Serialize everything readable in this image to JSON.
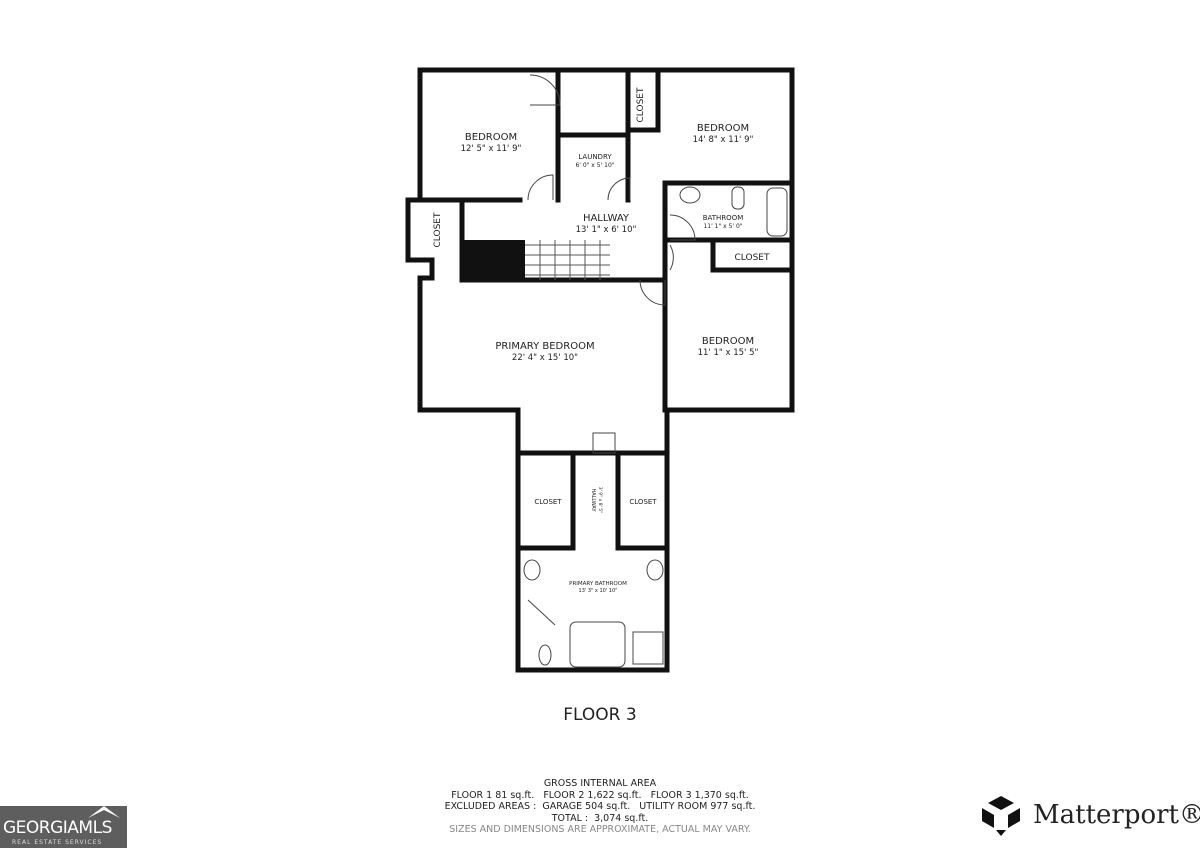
{
  "rooms": [
    {
      "name": "BEDROOM",
      "dims": "12' 5\" x 11' 9\""
    },
    {
      "name": "LAUNDRY",
      "dims": "6' 0\" x 5' 10\""
    },
    {
      "name": "CLOSET",
      "dims": ""
    },
    {
      "name": "BEDROOM",
      "dims": "14' 8\" x 11' 9\""
    },
    {
      "name": "CLOSET",
      "dims": ""
    },
    {
      "name": "HALLWAY",
      "dims": "13' 1\" x 6' 10\""
    },
    {
      "name": "BATHROOM",
      "dims": "11' 1\" x 5' 0\""
    },
    {
      "name": "CLOSET",
      "dims": ""
    },
    {
      "name": "PRIMARY BEDROOM",
      "dims": "22' 4\" x 15' 10\""
    },
    {
      "name": "BEDROOM",
      "dims": "11' 1\" x 15' 5\""
    },
    {
      "name": "CLOSET",
      "dims": ""
    },
    {
      "name": "HALLWAY",
      "dims": "3' 9\" x 8' 5\""
    },
    {
      "name": "CLOSET",
      "dims": ""
    },
    {
      "name": "PRIMARY BATHROOM",
      "dims": "13' 3\" x 10' 10\""
    }
  ],
  "floor_title": "FLOOR 3",
  "area": {
    "heading": "GROSS INTERNAL AREA",
    "floors": "FLOOR 1 81 sq.ft.   FLOOR 2 1,622 sq.ft.   FLOOR 3 1,370 sq.ft.",
    "excluded": "EXCLUDED AREAS :  GARAGE 504 sq.ft.   UTILITY ROOM 977 sq.ft.",
    "total": "TOTAL :  3,074 sq.ft.",
    "note": "SIZES AND DIMENSIONS ARE APPROXIMATE, ACTUAL MAY VARY."
  },
  "logos": {
    "georgia_mls": "GEORGIAMLS",
    "georgia_mls_sub": "REAL ESTATE SERVICES",
    "matterport": "Matterport®"
  }
}
